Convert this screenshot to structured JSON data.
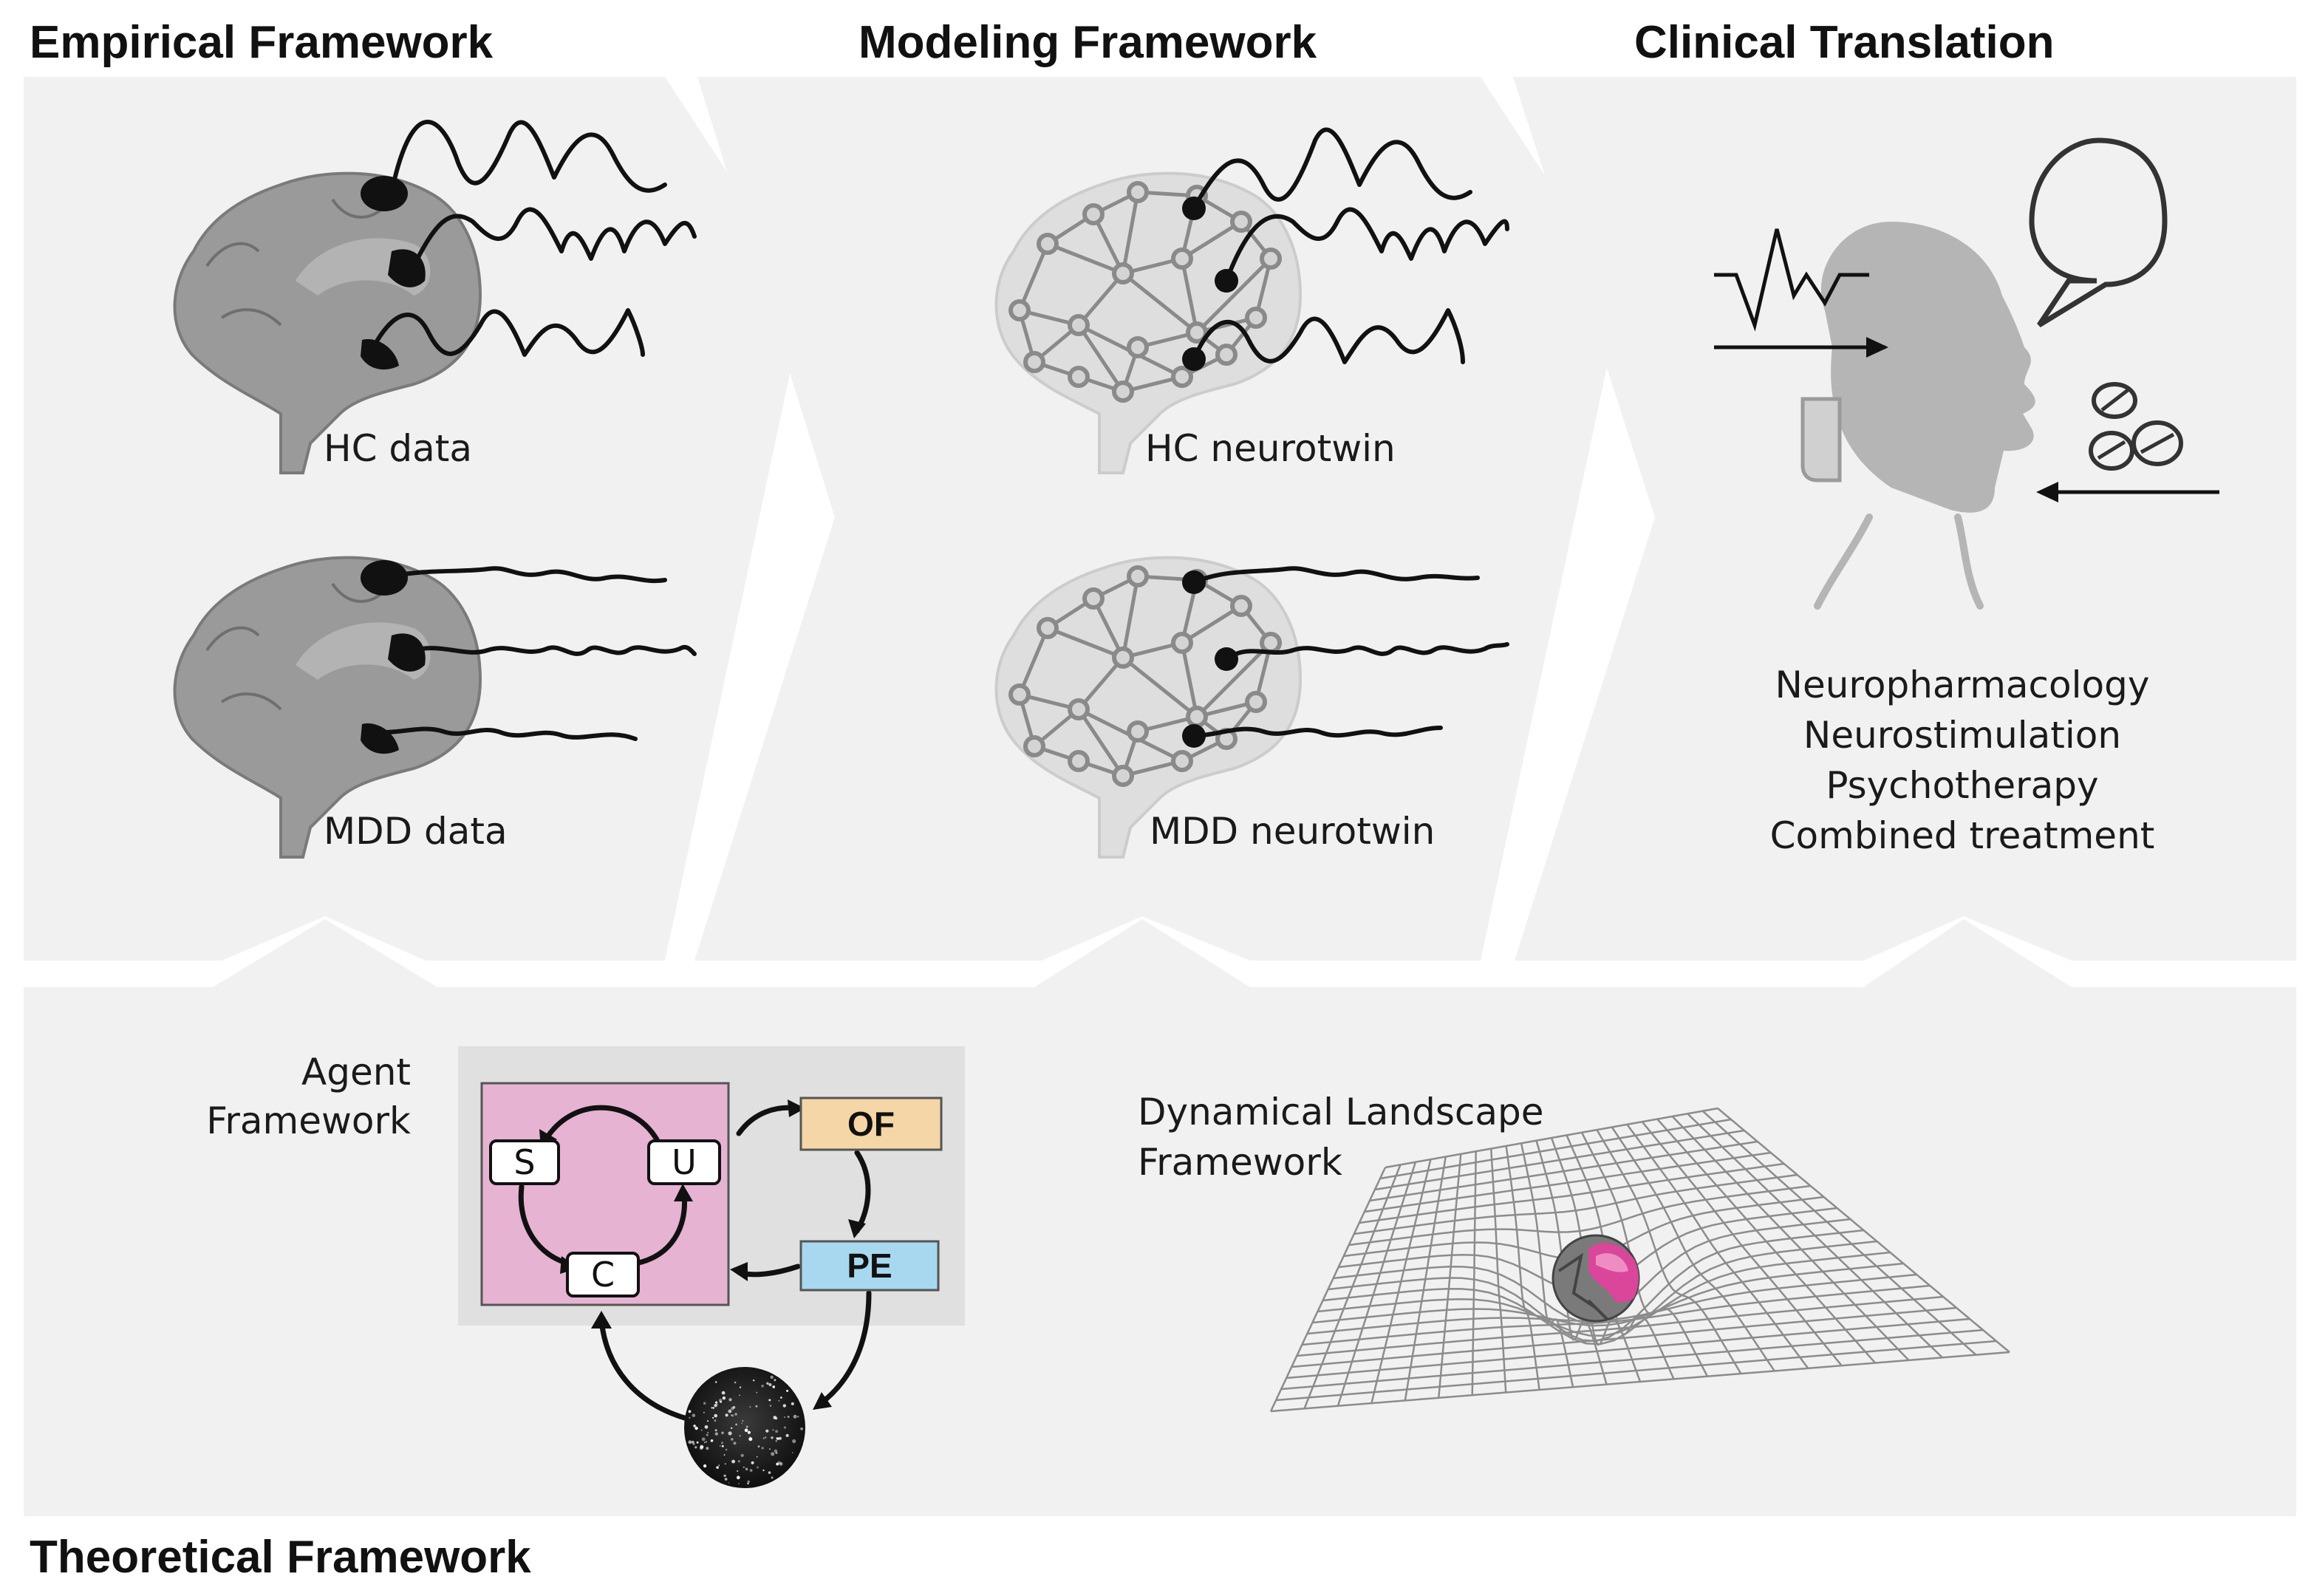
{
  "headers": {
    "empirical": "Empirical Framework",
    "modeling": "Modeling Framework",
    "clinical": "Clinical Translation",
    "theoretical": "Theoretical Framework"
  },
  "empirical": {
    "hc_label": "HC data",
    "mdd_label": "MDD data"
  },
  "modeling": {
    "hc_label": "HC neurotwin",
    "mdd_label": "MDD neurotwin"
  },
  "clinical": {
    "treatments": [
      "Neuropharmacology",
      "Neurostimulation",
      "Psychotherapy",
      "Combined treatment"
    ]
  },
  "agent": {
    "title_line1": "Agent",
    "title_line2": "Framework",
    "nodes": {
      "s": "S",
      "u": "U",
      "c": "C",
      "of": "OF",
      "pe": "PE"
    }
  },
  "landscape": {
    "title_line1": "Dynamical Landscape",
    "title_line2": "Framework"
  },
  "colors": {
    "panel": "#f1f1f1",
    "brain": "#9a9a9a",
    "agent_box": "#e6b3d3",
    "of_box": "#f5d6a6",
    "pe_box": "#a7d8f0",
    "ball_pink": "#d9469a"
  }
}
